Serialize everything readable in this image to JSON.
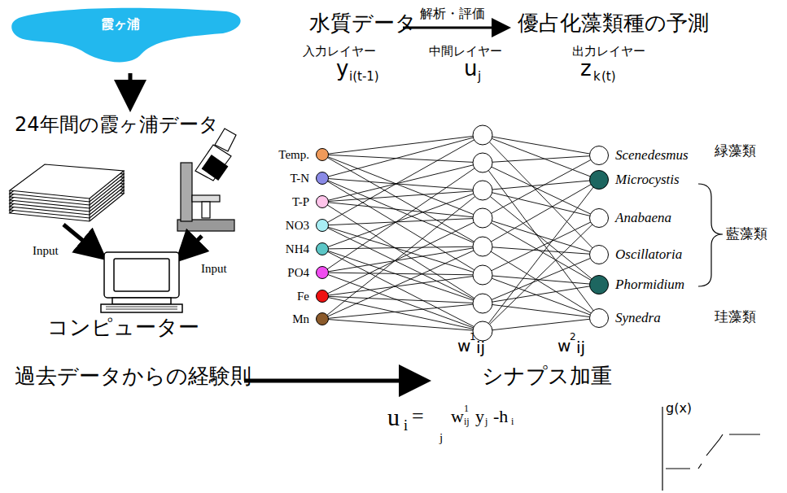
{
  "diagram": {
    "nodes": [
      {
        "text": [
          "霞ヶ浦"
        ]
      },
      {
        "text": [
          "Temp."
        ]
      },
      {
        "text": [
          "T-N"
        ]
      },
      {
        "text": [
          "T-P"
        ]
      },
      {
        "text": [
          "NO3"
        ]
      },
      {
        "text": [
          "NH4"
        ]
      },
      {
        "text": [
          "PO4"
        ]
      },
      {
        "text": [
          "Fe"
        ]
      },
      {
        "text": [
          "Mn"
        ]
      },
      {
        "text": [
          "Scenedesmus"
        ]
      },
      {
        "text": [
          "Microcystis"
        ]
      },
      {
        "text": [
          "Anabaena"
        ]
      },
      {
        "text": [
          "Oscillatoria"
        ]
      },
      {
        "text": [
          "Phormidium"
        ]
      },
      {
        "text": [
          "Synedra"
        ]
      }
    ],
    "labels": [
      "水質データ",
      "解析・評価",
      "優占化藻類種の予測",
      "入力レイヤー",
      "中間レイヤー",
      "出力レイヤー",
      "y",
      "i(t-1)",
      "u",
      "j",
      "z",
      "k",
      "(t)",
      "24年間の霞ヶ浦データ",
      "Input",
      "Input",
      "コンピューター",
      "緑藻類",
      "藍藻類",
      "珪藻類",
      "w",
      "1",
      "ij",
      "w",
      "2",
      "ij",
      "過去データからの経験則",
      "シナプス加重",
      "u",
      "i",
      "=",
      "j",
      "w",
      "1",
      "ij",
      "y",
      "j",
      "-h",
      "i",
      "g(x)"
    ]
  }
}
